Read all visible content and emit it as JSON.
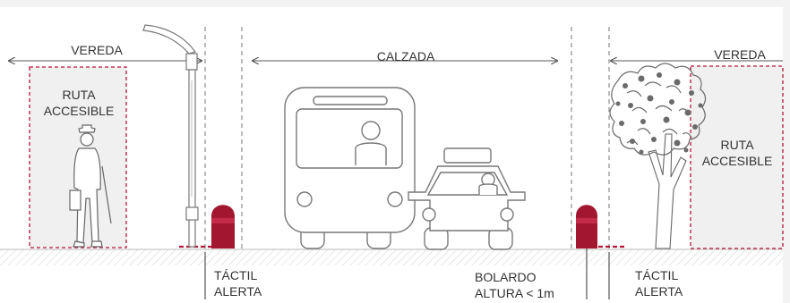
{
  "labels": {
    "vereda_left": "VEREDA",
    "calzada": "CALZADA",
    "vereda_right": "VEREDA",
    "ruta_left": [
      "RUTA",
      "ACCESIBLE"
    ],
    "ruta_right": [
      "RUTA",
      "ACCESIBLE"
    ],
    "tactil_left": [
      "TÁCTIL",
      "ALERTA"
    ],
    "bolardo": [
      "BOLARDO",
      "ALTURA < 1m"
    ],
    "tactil_right": [
      "TÁCTIL",
      "ALERTA"
    ]
  },
  "colors": {
    "accent": "#b5173a",
    "line": "#666666",
    "zone_fill": "#f0f0f0",
    "ground": "#e9e9e9",
    "text": "#333333"
  },
  "icons": [
    "streetlight-icon",
    "pedestrian-icon",
    "bus-icon",
    "car-icon",
    "bollard-icon",
    "tree-icon"
  ]
}
